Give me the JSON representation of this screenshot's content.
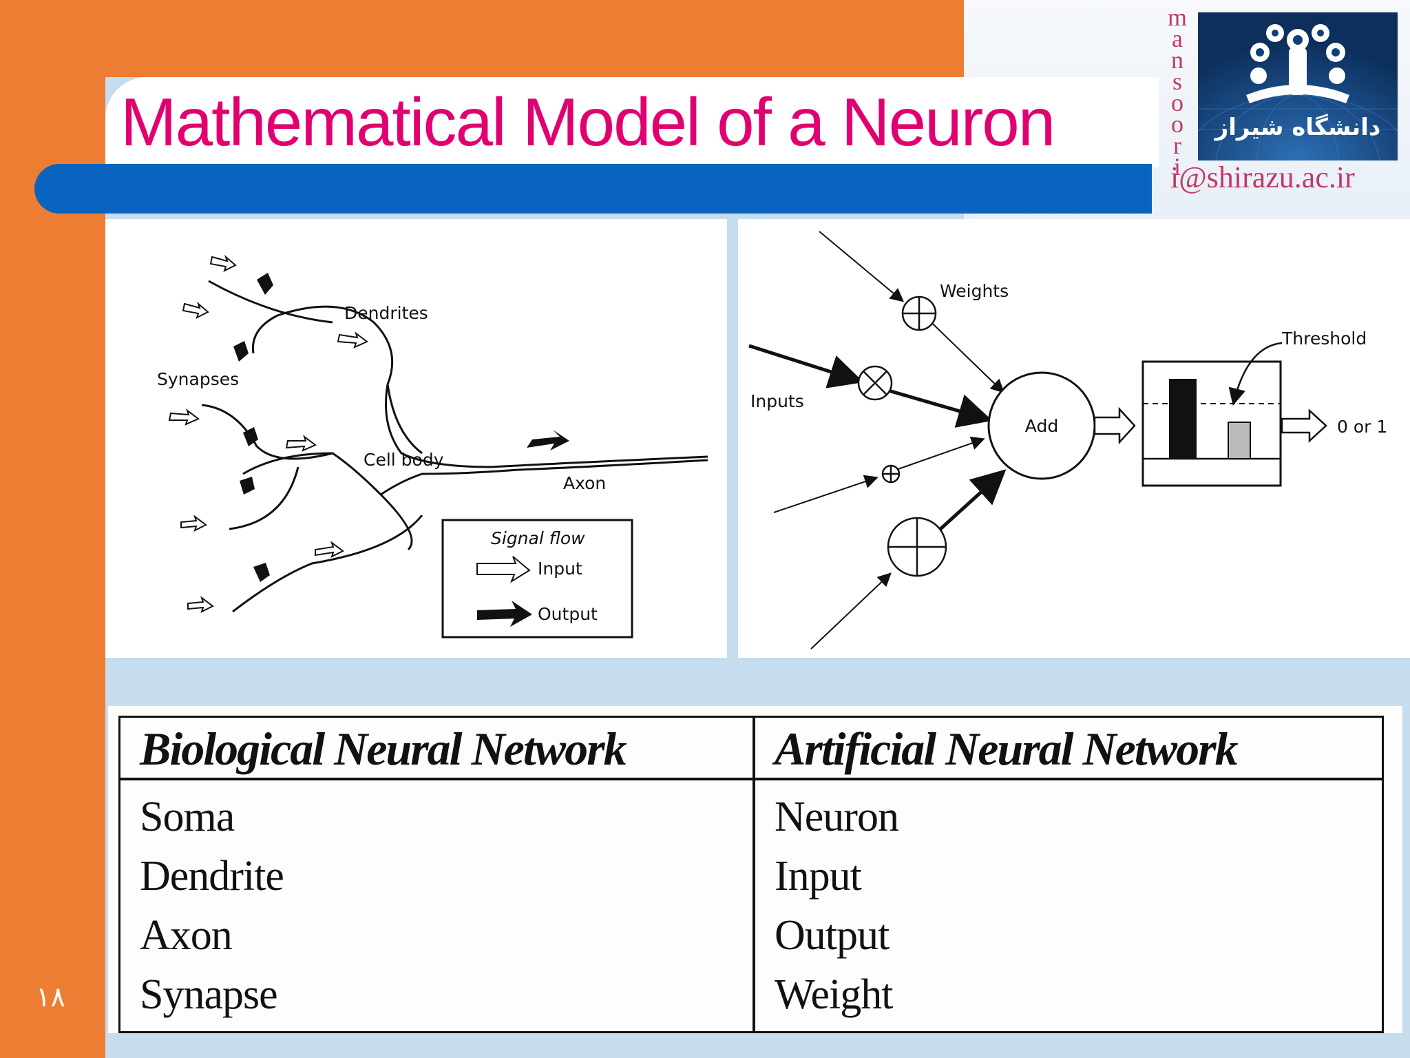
{
  "slide": {
    "title": "Mathematical Model of a Neuron",
    "author_vertical": [
      "m",
      "a",
      "n",
      "s",
      "o",
      "o",
      "r",
      "i"
    ],
    "email": "i@shirazu.ac.ir",
    "logo_text": "دانشگاه شیراز",
    "page_number": "۱۸"
  },
  "bio_diagram": {
    "dendrites": "Dendrites",
    "synapses": "Synapses",
    "cell_body": "Cell body",
    "axon": "Axon",
    "legend_title": "Signal flow",
    "legend_input": "Input",
    "legend_output": "Output"
  },
  "art_diagram": {
    "weights": "Weights",
    "inputs": "Inputs",
    "add": "Add",
    "threshold": "Threshold",
    "output": "0 or 1"
  },
  "table": {
    "headers": [
      "Biological Neural Network",
      "Artificial Neural Network"
    ],
    "rows": [
      [
        "Soma",
        "Neuron"
      ],
      [
        "Dendrite",
        "Input"
      ],
      [
        "Axon",
        "Output"
      ],
      [
        "Synapse",
        "Weight"
      ]
    ]
  },
  "colors": {
    "orange": "#ee7d34",
    "title_pink": "#e0006f",
    "bar_blue": "#0a64bf",
    "background": "#c6dcef"
  }
}
